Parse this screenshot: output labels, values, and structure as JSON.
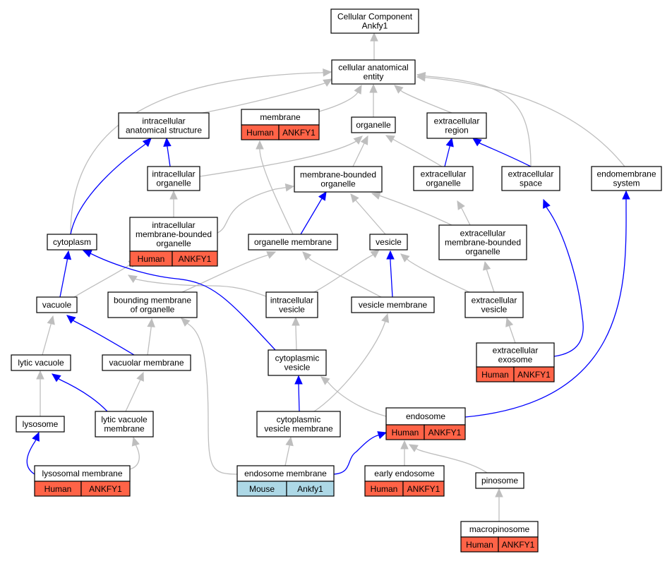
{
  "title": "Cellular Component Ankfy1",
  "colors": {
    "human": "#FF6347",
    "mouse": "#ADD8E6",
    "blue_edge": "#0000FF",
    "gray_edge": "#BEBEBE"
  },
  "nodes": {
    "root": {
      "lines": [
        "Cellular Component",
        "Ankfy1"
      ]
    },
    "cae": {
      "lines": [
        "cellular anatomical",
        "entity"
      ]
    },
    "ias": {
      "lines": [
        "intracellular",
        "anatomical structure"
      ]
    },
    "membrane": {
      "lines": [
        "membrane"
      ],
      "annot": [
        "Human",
        "ANKFY1"
      ]
    },
    "organelle": {
      "lines": [
        "organelle"
      ]
    },
    "exreg": {
      "lines": [
        "extracellular",
        "region"
      ]
    },
    "intorg": {
      "lines": [
        "intracellular",
        "organelle"
      ]
    },
    "mbo": {
      "lines": [
        "membrane-bounded",
        "organelle"
      ]
    },
    "exorg": {
      "lines": [
        "extracellular",
        "organelle"
      ]
    },
    "exspace": {
      "lines": [
        "extracellular",
        "space"
      ]
    },
    "endosys": {
      "lines": [
        "endomembrane",
        "system"
      ]
    },
    "cytoplasm": {
      "lines": [
        "cytoplasm"
      ]
    },
    "imbo": {
      "lines": [
        "intracellular",
        "membrane-bounded",
        "organelle"
      ],
      "annot": [
        "Human",
        "ANKFY1"
      ]
    },
    "orgmem": {
      "lines": [
        "organelle membrane"
      ]
    },
    "vesicle": {
      "lines": [
        "vesicle"
      ]
    },
    "exmbo": {
      "lines": [
        "extracellular",
        "membrane-bounded",
        "organelle"
      ]
    },
    "vacuole": {
      "lines": [
        "vacuole"
      ]
    },
    "bmo": {
      "lines": [
        "bounding membrane",
        "of organelle"
      ]
    },
    "intves": {
      "lines": [
        "intracellular",
        "vesicle"
      ]
    },
    "vesmem": {
      "lines": [
        "vesicle membrane"
      ]
    },
    "exves": {
      "lines": [
        "extracellular",
        "vesicle"
      ]
    },
    "exexo": {
      "lines": [
        "extracellular",
        "exosome"
      ],
      "annot": [
        "Human",
        "ANKFY1"
      ]
    },
    "lytvac": {
      "lines": [
        "lytic vacuole"
      ]
    },
    "vacmem": {
      "lines": [
        "vacuolar membrane"
      ]
    },
    "cytves": {
      "lines": [
        "cytoplasmic",
        "vesicle"
      ]
    },
    "lysosome": {
      "lines": [
        "lysosome"
      ]
    },
    "lvm": {
      "lines": [
        "lytic vacuole",
        "membrane"
      ]
    },
    "cvm": {
      "lines": [
        "cytoplasmic",
        "vesicle membrane"
      ]
    },
    "endosome": {
      "lines": [
        "endosome"
      ],
      "annot": [
        "Human",
        "ANKFY1"
      ]
    },
    "lysmem": {
      "lines": [
        "lysosomal membrane"
      ],
      "annot": [
        "Human",
        "ANKFY1"
      ]
    },
    "endomem": {
      "lines": [
        "endosome membrane"
      ],
      "annot": [
        "Mouse",
        "Ankfy1"
      ]
    },
    "early": {
      "lines": [
        "early endosome"
      ],
      "annot": [
        "Human",
        "ANKFY1"
      ]
    },
    "pinosome": {
      "lines": [
        "pinosome"
      ]
    },
    "macro": {
      "lines": [
        "macropinosome"
      ],
      "annot": [
        "Human",
        "ANKFY1"
      ]
    }
  },
  "edges": [
    {
      "from": "cae",
      "to": "root",
      "color": "gray"
    },
    {
      "from": "ias",
      "to": "cae",
      "color": "gray"
    },
    {
      "from": "membrane",
      "to": "cae",
      "color": "gray"
    },
    {
      "from": "organelle",
      "to": "cae",
      "color": "gray"
    },
    {
      "from": "exreg",
      "to": "cae",
      "color": "gray"
    },
    {
      "from": "cytoplasm",
      "to": "cae",
      "color": "gray"
    },
    {
      "from": "exspace",
      "to": "cae",
      "color": "gray"
    },
    {
      "from": "endosys",
      "to": "cae",
      "color": "gray"
    },
    {
      "from": "intorg",
      "to": "ias",
      "color": "blue"
    },
    {
      "from": "intorg",
      "to": "organelle",
      "color": "gray"
    },
    {
      "from": "mbo",
      "to": "organelle",
      "color": "gray"
    },
    {
      "from": "exorg",
      "to": "organelle",
      "color": "gray"
    },
    {
      "from": "exorg",
      "to": "exreg",
      "color": "blue"
    },
    {
      "from": "exspace",
      "to": "exreg",
      "color": "blue"
    },
    {
      "from": "cytoplasm",
      "to": "ias",
      "color": "blue"
    },
    {
      "from": "imbo",
      "to": "intorg",
      "color": "gray"
    },
    {
      "from": "imbo",
      "to": "mbo",
      "color": "gray"
    },
    {
      "from": "orgmem",
      "to": "membrane",
      "color": "gray"
    },
    {
      "from": "orgmem",
      "to": "mbo",
      "color": "blue"
    },
    {
      "from": "vesicle",
      "to": "mbo",
      "color": "gray"
    },
    {
      "from": "exmbo",
      "to": "mbo",
      "color": "gray"
    },
    {
      "from": "exmbo",
      "to": "exorg",
      "color": "gray"
    },
    {
      "from": "vacuole",
      "to": "cytoplasm",
      "color": "blue"
    },
    {
      "from": "vacuole",
      "to": "imbo",
      "color": "gray"
    },
    {
      "from": "bmo",
      "to": "orgmem",
      "color": "gray"
    },
    {
      "from": "intves",
      "to": "vesicle",
      "color": "gray"
    },
    {
      "from": "intves",
      "to": "imbo",
      "color": "gray"
    },
    {
      "from": "vesmem",
      "to": "vesicle",
      "color": "blue"
    },
    {
      "from": "vesmem",
      "to": "orgmem",
      "color": "gray"
    },
    {
      "from": "exves",
      "to": "vesicle",
      "color": "gray"
    },
    {
      "from": "exves",
      "to": "exmbo",
      "color": "gray"
    },
    {
      "from": "exexo",
      "to": "exves",
      "color": "gray"
    },
    {
      "from": "exexo",
      "to": "exspace",
      "color": "blue"
    },
    {
      "from": "lytvac",
      "to": "vacuole",
      "color": "gray"
    },
    {
      "from": "vacmem",
      "to": "vacuole",
      "color": "blue"
    },
    {
      "from": "vacmem",
      "to": "bmo",
      "color": "gray"
    },
    {
      "from": "cytves",
      "to": "intves",
      "color": "gray"
    },
    {
      "from": "cytves",
      "to": "cytoplasm",
      "color": "blue"
    },
    {
      "from": "lysosome",
      "to": "lytvac",
      "color": "gray"
    },
    {
      "from": "lvm",
      "to": "lytvac",
      "color": "blue"
    },
    {
      "from": "lvm",
      "to": "vacmem",
      "color": "gray"
    },
    {
      "from": "cvm",
      "to": "cytves",
      "color": "blue"
    },
    {
      "from": "cvm",
      "to": "vesmem",
      "color": "gray"
    },
    {
      "from": "endosome",
      "to": "cytves",
      "color": "gray"
    },
    {
      "from": "endosome",
      "to": "endosys",
      "color": "blue"
    },
    {
      "from": "lysmem",
      "to": "lysosome",
      "color": "blue"
    },
    {
      "from": "lysmem",
      "to": "lvm",
      "color": "gray"
    },
    {
      "from": "endomem",
      "to": "cvm",
      "color": "gray"
    },
    {
      "from": "endomem",
      "to": "bmo",
      "color": "gray"
    },
    {
      "from": "endomem",
      "to": "endosome",
      "color": "blue"
    },
    {
      "from": "early",
      "to": "endosome",
      "color": "gray"
    },
    {
      "from": "pinosome",
      "to": "endosome",
      "color": "gray"
    },
    {
      "from": "macro",
      "to": "pinosome",
      "color": "gray"
    }
  ]
}
